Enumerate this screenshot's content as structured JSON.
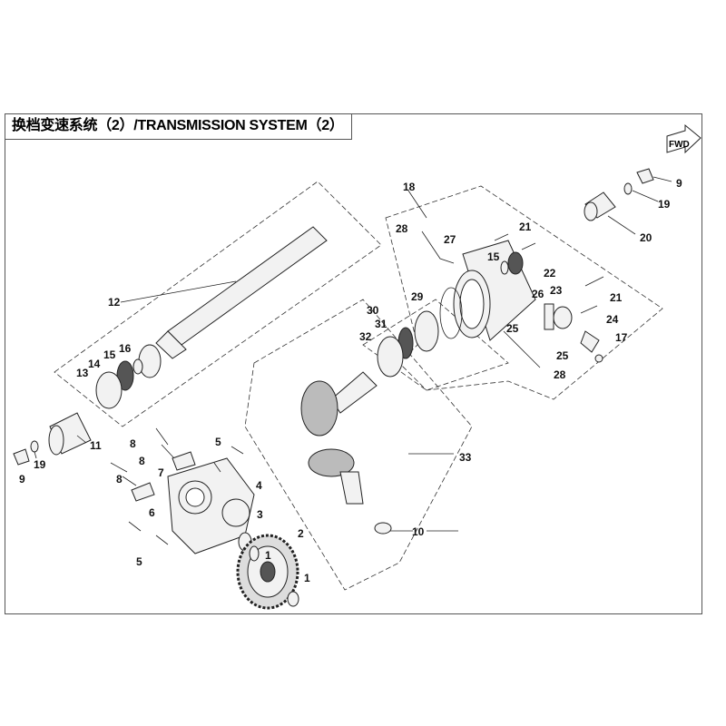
{
  "title": "换档变速系统（2）/TRANSMISSION SYSTEM（2）",
  "fwd_label": "FWD",
  "callouts": [
    "12",
    "13",
    "14",
    "15",
    "16",
    "11",
    "19",
    "9",
    "8",
    "8",
    "8",
    "7",
    "6",
    "5",
    "5",
    "4",
    "3",
    "2",
    "1",
    "1",
    "10",
    "33",
    "18",
    "28",
    "27",
    "21",
    "15",
    "22",
    "29",
    "30",
    "31",
    "32",
    "26",
    "23",
    "21",
    "24",
    "25",
    "25",
    "17",
    "28",
    "9",
    "19",
    "20"
  ]
}
